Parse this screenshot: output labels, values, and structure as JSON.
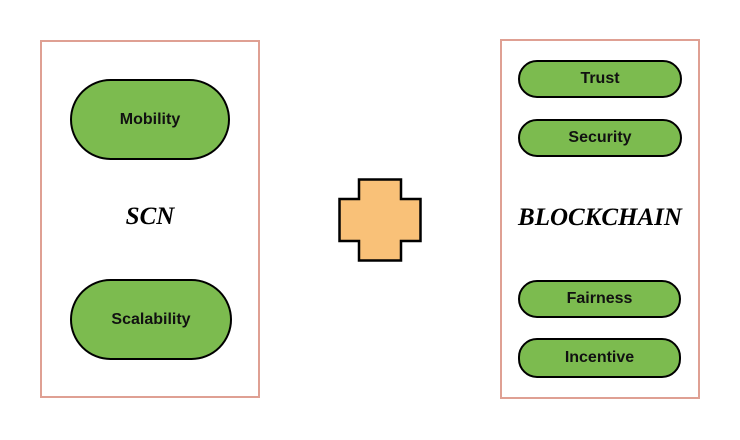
{
  "colors": {
    "pill_fill": "#7cbb4f",
    "shape_stroke": "#000000",
    "box_border": "#dfa093",
    "plus_fill": "#f9c178",
    "background": "#ffffff",
    "text": "#000000"
  },
  "left_box": {
    "title": "SCN",
    "pills": [
      {
        "label": "Mobility"
      },
      {
        "label": "Scalability"
      }
    ]
  },
  "plus": {
    "icon": "plus-cross"
  },
  "right_box": {
    "title": "BLOCKCHAIN",
    "top_pills": [
      {
        "label": "Trust"
      },
      {
        "label": "Security"
      }
    ],
    "bottom_pills": [
      {
        "label": "Fairness"
      },
      {
        "label": "Incentive"
      }
    ]
  }
}
